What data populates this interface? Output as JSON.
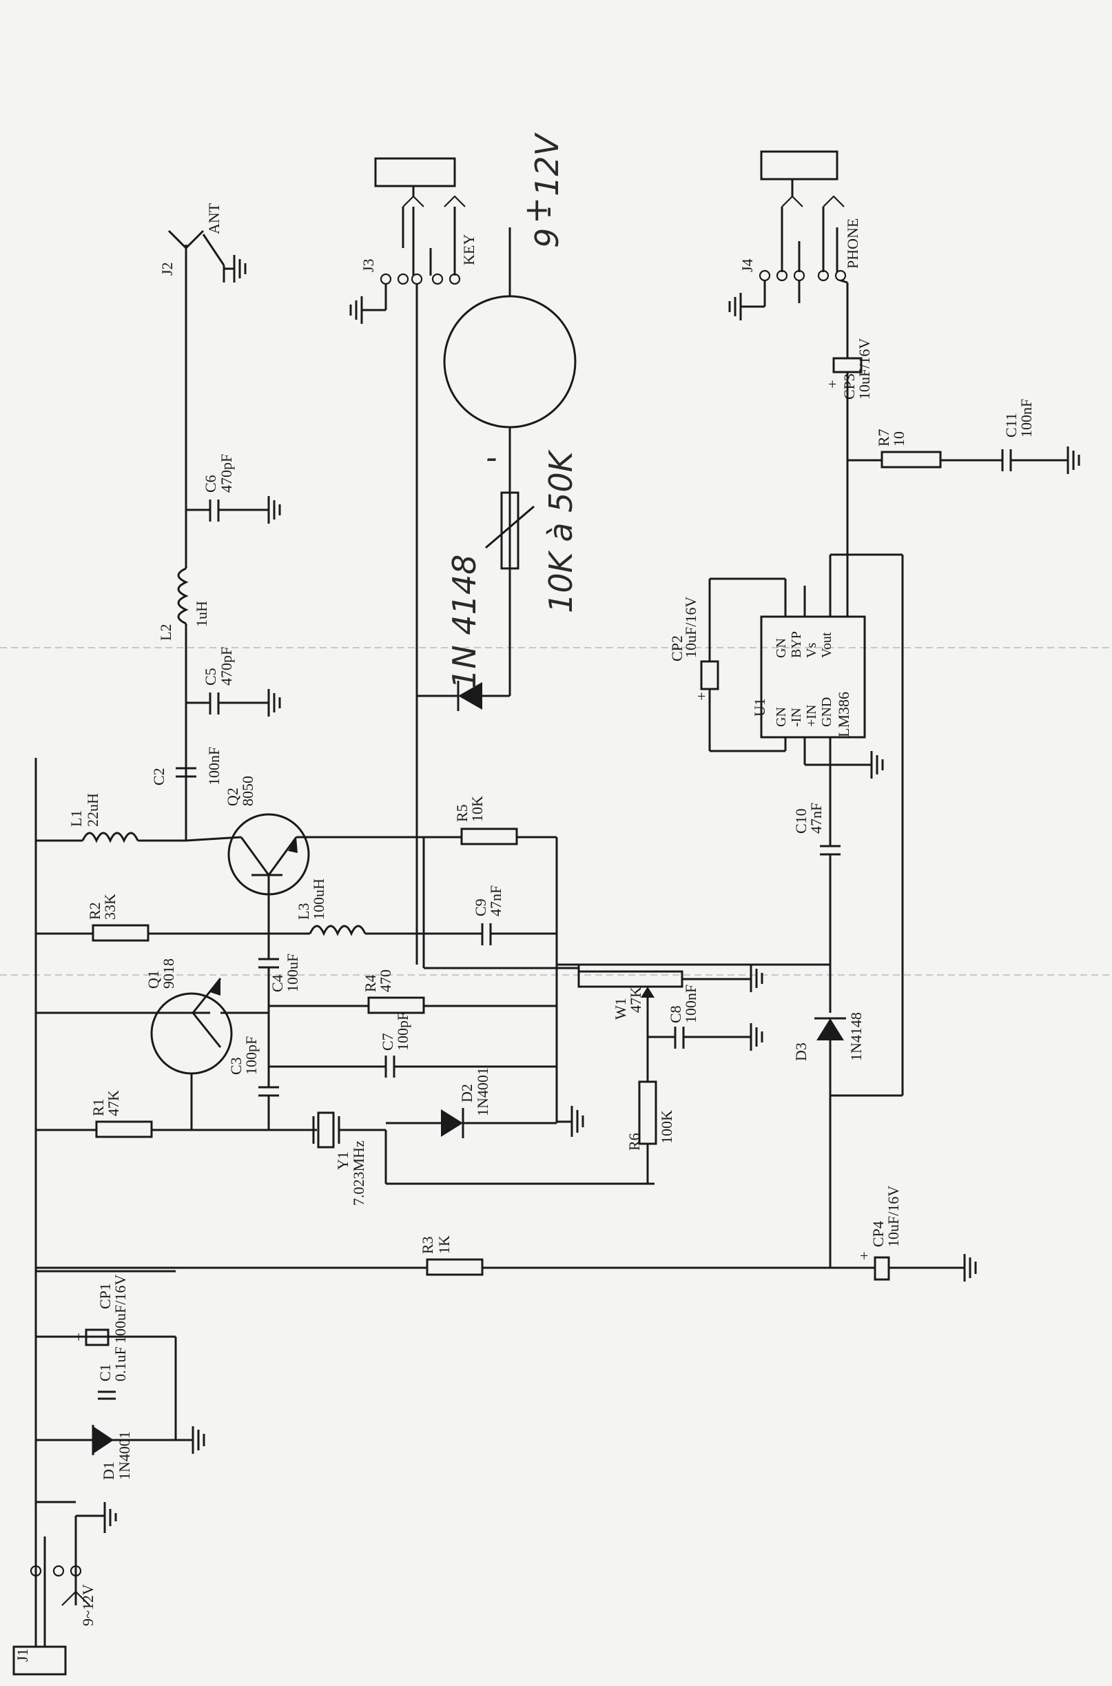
{
  "components": {
    "J1": {
      "ref": "J1",
      "value": "9~12V"
    },
    "J2": {
      "ref": "J2",
      "value": "ANT"
    },
    "J3": {
      "ref": "J3",
      "value": "KEY"
    },
    "J4": {
      "ref": "J4",
      "value": "PHONE"
    },
    "D1": {
      "ref": "D1",
      "value": "1N4001"
    },
    "D2": {
      "ref": "D2",
      "value": "1N4001"
    },
    "D3": {
      "ref": "D3",
      "value": "1N4148"
    },
    "C1": {
      "ref": "C1",
      "value": "0.1uF"
    },
    "CP1": {
      "ref": "CP1",
      "value": "100uF/16V"
    },
    "CP2": {
      "ref": "CP2",
      "value": "10uF/16V"
    },
    "CP3": {
      "ref": "CP3",
      "value": "10uF/16V"
    },
    "CP4": {
      "ref": "CP4",
      "value": "10uF/16V"
    },
    "C2": {
      "ref": "C2",
      "value": "100nF"
    },
    "C3": {
      "ref": "C3",
      "value": "100pF"
    },
    "C4": {
      "ref": "C4",
      "value": "100uF"
    },
    "C5": {
      "ref": "C5",
      "value": "470pF"
    },
    "C6": {
      "ref": "C6",
      "value": "470pF"
    },
    "C7": {
      "ref": "C7",
      "value": "100pF"
    },
    "C8": {
      "ref": "C8",
      "value": "100nF"
    },
    "C9": {
      "ref": "C9",
      "value": "47nF"
    },
    "C10": {
      "ref": "C10",
      "value": "47nF"
    },
    "C11": {
      "ref": "C11",
      "value": "100nF"
    },
    "L1": {
      "ref": "L1",
      "value": "22uH"
    },
    "L2": {
      "ref": "L2",
      "value": "1uH"
    },
    "L3": {
      "ref": "L3",
      "value": "100uH"
    },
    "R1": {
      "ref": "R1",
      "value": "47K"
    },
    "R2": {
      "ref": "R2",
      "value": "33K"
    },
    "R3": {
      "ref": "R3",
      "value": "1K"
    },
    "R4": {
      "ref": "R4",
      "value": "470"
    },
    "R5": {
      "ref": "R5",
      "value": "10K"
    },
    "R6": {
      "ref": "R6",
      "value": "100K"
    },
    "R7": {
      "ref": "R7",
      "value": "10"
    },
    "W1": {
      "ref": "W1",
      "value": "47K"
    },
    "Q1": {
      "ref": "Q1",
      "value": "9018"
    },
    "Q2": {
      "ref": "Q2",
      "value": "8050"
    },
    "Y1": {
      "ref": "Y1",
      "value": "7.023MHz"
    },
    "U1": {
      "ref": "U1",
      "value": "LM386"
    }
  },
  "u1_pins": {
    "left": [
      "GN",
      "-IN",
      "+IN",
      "GND"
    ],
    "right": [
      "GN",
      "BYP",
      "Vs",
      "Vout"
    ]
  },
  "plus_sign": "+",
  "handwritten": {
    "voltage": "9 - 12V",
    "plus": "+",
    "minus": "-",
    "diode": "1N 4148",
    "pot": "10K à 50K"
  }
}
